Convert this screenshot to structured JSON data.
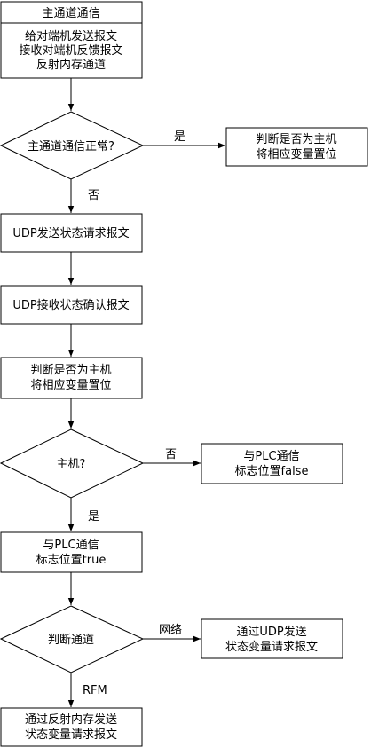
{
  "nodes": {
    "main_title": "主通道通信",
    "main_body": [
      "给对端机发送报文",
      "接收对端机反馈报文",
      "反射内存通道"
    ],
    "decision_main": "主通道通信正常?",
    "judge_right": [
      "判断是否为主机",
      "将相应变量置位"
    ],
    "udp_send": "UDP发送状态请求报文",
    "udp_recv": "UDP接收状态确认报文",
    "judge_mid": [
      "判断是否为主机",
      "将相应变量置位"
    ],
    "decision_host": "主机?",
    "plc_false": [
      "与PLC通信",
      "标志位置false"
    ],
    "plc_true": [
      "与PLC通信",
      "标志位置true"
    ],
    "decision_channel": "判断通道",
    "via_udp": [
      "通过UDP发送",
      "状态变量请求报文"
    ],
    "via_rfm": [
      "通过反射内存发送",
      "状态变量请求报文"
    ]
  },
  "edge_labels": {
    "yes1": "是",
    "no1": "否",
    "no2": "否",
    "yes2": "是",
    "network": "网络",
    "rfm": "RFM"
  }
}
